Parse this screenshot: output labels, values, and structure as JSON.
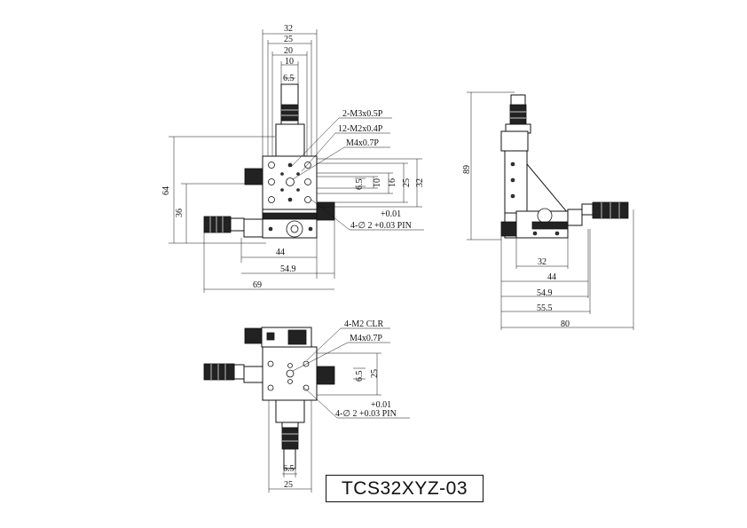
{
  "model": "TCS32XYZ-03",
  "front_view": {
    "top_dims": [
      "32",
      "25",
      "20",
      "10",
      "6.5"
    ],
    "left_dims": [
      "64",
      "36"
    ],
    "right_dims": [
      "6.5",
      "10",
      "16",
      "25",
      "32"
    ],
    "bottom_dims": [
      "44",
      "54.9",
      "69"
    ],
    "callouts": [
      "2-M3x0.5P",
      "12-M2x0.4P",
      "M4x0.7P",
      "+0.01",
      "4-∅ 2 +0.03 PIN"
    ]
  },
  "side_view": {
    "height_dim": "89",
    "bottom_dims": [
      "32",
      "44",
      "54.9",
      "55.5",
      "80"
    ]
  },
  "top_view": {
    "callouts": [
      "4-M2 CLR",
      "M4x0.7P",
      "+0.01",
      "4-∅ 2 +0.03 PIN"
    ],
    "right_dims": [
      "6.5",
      "25"
    ],
    "bottom_dims": [
      "6.5",
      "25"
    ]
  }
}
